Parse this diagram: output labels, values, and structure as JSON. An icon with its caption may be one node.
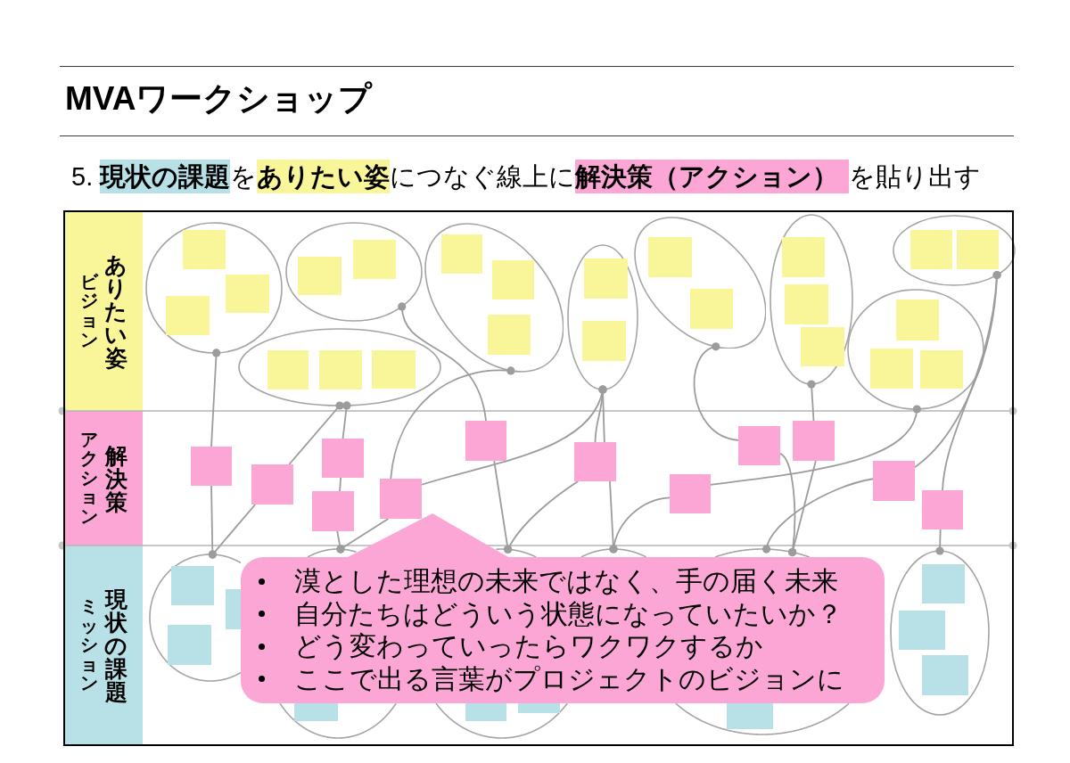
{
  "diagram": {
    "title": "MVAワークショップ",
    "nodes": [
      {
        "text": [
          "ビジョン",
          "ありたい姿"
        ]
      },
      {
        "text": [
          "アクション",
          "解決策"
        ]
      },
      {
        "text": [
          "ミッション",
          "現状の課題"
        ]
      },
      {
        "text": [],
        "shape": "ellipse"
      },
      {
        "text": [],
        "shape": "ellipse"
      },
      {
        "text": [],
        "shape": "ellipse"
      },
      {
        "text": [],
        "shape": "ellipse"
      },
      {
        "text": [],
        "shape": "ellipse"
      },
      {
        "text": [],
        "shape": "ellipse"
      },
      {
        "text": [],
        "shape": "ellipse"
      },
      {
        "text": [],
        "shape": "ellipse"
      },
      {
        "text": [],
        "shape": "ellipse"
      },
      {
        "text": [],
        "shape": "box"
      },
      {
        "text": [],
        "shape": "box"
      },
      {
        "text": [],
        "shape": "box"
      },
      {
        "text": [],
        "shape": "box"
      },
      {
        "text": [],
        "shape": "box"
      },
      {
        "text": [],
        "shape": "box"
      },
      {
        "text": [],
        "shape": "box"
      },
      {
        "text": [],
        "shape": "box"
      },
      {
        "text": [],
        "shape": "box"
      },
      {
        "text": [],
        "shape": "box"
      },
      {
        "text": [],
        "shape": "box"
      },
      {
        "text": [],
        "shape": "box"
      },
      {
        "text": [],
        "shape": "ellipse"
      },
      {
        "text": [],
        "shape": "ellipse"
      },
      {
        "text": [],
        "shape": "ellipse"
      },
      {
        "text": [],
        "shape": "ellipse"
      },
      {
        "text": [],
        "shape": "ellipse"
      },
      {
        "text": [],
        "shape": "ellipse"
      },
      {
        "text": [
          "漠とした理想の未来ではなく、手の届く未来",
          "自分たちはどういう状態になっていたいか？",
          "どう変わっていったらワクワクするか",
          "ここで出る言葉がプロジェクトのビジョンに"
        ]
      },
      {
        "text": [],
        "shape": "ellipse"
      },
      {
        "text": [],
        "shape": "ellipse"
      },
      {
        "text": [],
        "shape": "ellipse"
      },
      {
        "text": [],
        "shape": "box",
        "in": 3
      },
      {
        "text": [],
        "shape": "box",
        "in": 3
      },
      {
        "text": [],
        "shape": "box",
        "in": 3
      },
      {
        "text": [],
        "shape": "box",
        "in": 4
      },
      {
        "text": [],
        "shape": "box",
        "in": 4
      },
      {
        "text": [],
        "shape": "box",
        "in": 5
      },
      {
        "text": [],
        "shape": "box",
        "in": 5
      },
      {
        "text": [],
        "shape": "box",
        "in": 5
      },
      {
        "text": [],
        "shape": "box",
        "in": 6
      },
      {
        "text": [],
        "shape": "box",
        "in": 6
      },
      {
        "text": [],
        "shape": "box",
        "in": 6
      },
      {
        "text": [],
        "shape": "box",
        "in": 7
      },
      {
        "text": [],
        "shape": "box",
        "in": 7
      },
      {
        "text": [],
        "shape": "box",
        "in": 8
      },
      {
        "text": [],
        "shape": "box",
        "in": 8
      },
      {
        "text": [],
        "shape": "box",
        "in": 9
      },
      {
        "text": [],
        "shape": "box",
        "in": 9
      },
      {
        "text": [],
        "shape": "box",
        "in": 9
      },
      {
        "text": [],
        "shape": "box",
        "in": 10
      },
      {
        "text": [],
        "shape": "box",
        "in": 10
      },
      {
        "text": [],
        "shape": "box",
        "in": 11
      },
      {
        "text": [],
        "shape": "box",
        "in": 11
      },
      {
        "text": [],
        "shape": "box",
        "in": 11
      },
      {
        "text": [],
        "shape": "box",
        "in": 24
      },
      {
        "text": [],
        "shape": "box",
        "in": 24
      },
      {
        "text": [],
        "shape": "box",
        "in": 24
      },
      {
        "text": [],
        "shape": "box",
        "in": 31
      },
      {
        "text": [],
        "shape": "box",
        "in": 32
      },
      {
        "text": [],
        "shape": "box",
        "in": 32
      },
      {
        "text": [],
        "shape": "box",
        "in": 33
      },
      {
        "text": [],
        "shape": "box",
        "in": 29
      },
      {
        "text": [],
        "shape": "box",
        "in": 29
      },
      {
        "text": [],
        "shape": "box",
        "in": 29
      }
    ],
    "edges": [
      {
        "from": 3,
        "to": 12,
        "arrow": "other"
      },
      {
        "from": 5,
        "to": 13,
        "arrow": "other"
      },
      {
        "from": 5,
        "to": 14,
        "arrow": "other"
      },
      {
        "from": 4,
        "to": 17,
        "arrow": "other"
      },
      {
        "from": 6,
        "to": 16,
        "arrow": "other"
      },
      {
        "from": 7,
        "to": 16,
        "arrow": "other"
      },
      {
        "from": 7,
        "to": 18,
        "arrow": "other"
      },
      {
        "from": 7,
        "to": 18,
        "arrow": "other"
      },
      {
        "from": 8,
        "to": 20,
        "arrow": "other"
      },
      {
        "from": 9,
        "to": 21,
        "arrow": "other"
      },
      {
        "from": 11,
        "to": 19,
        "arrow": "other"
      },
      {
        "from": 10,
        "to": 22,
        "arrow": "other"
      },
      {
        "from": 10,
        "to": 23,
        "arrow": "other"
      },
      {
        "from": 14,
        "to": 15,
        "arrow": "none"
      },
      {
        "from": 24,
        "to": 12,
        "arrow": "other"
      },
      {
        "from": 24,
        "to": 13,
        "arrow": "other"
      },
      {
        "from": 25,
        "to": 15,
        "arrow": "other"
      },
      {
        "from": 25,
        "to": 16,
        "arrow": "other"
      },
      {
        "from": 26,
        "to": 17,
        "arrow": "other"
      },
      {
        "from": 26,
        "to": 18,
        "arrow": "other"
      },
      {
        "from": 27,
        "to": 18,
        "arrow": "other"
      },
      {
        "from": 27,
        "to": 19,
        "arrow": "other"
      },
      {
        "from": 28,
        "to": 20,
        "arrow": "other"
      },
      {
        "from": 28,
        "to": 21,
        "arrow": "other"
      },
      {
        "from": 28,
        "to": 22,
        "arrow": "other"
      },
      {
        "from": 29,
        "to": 23,
        "arrow": "other"
      }
    ],
    "labels": [
      "5. **現状の課題**を**ありたい姿**につなぐ線上に**解決策（アクション）**を貼り出す"
    ]
  }
}
